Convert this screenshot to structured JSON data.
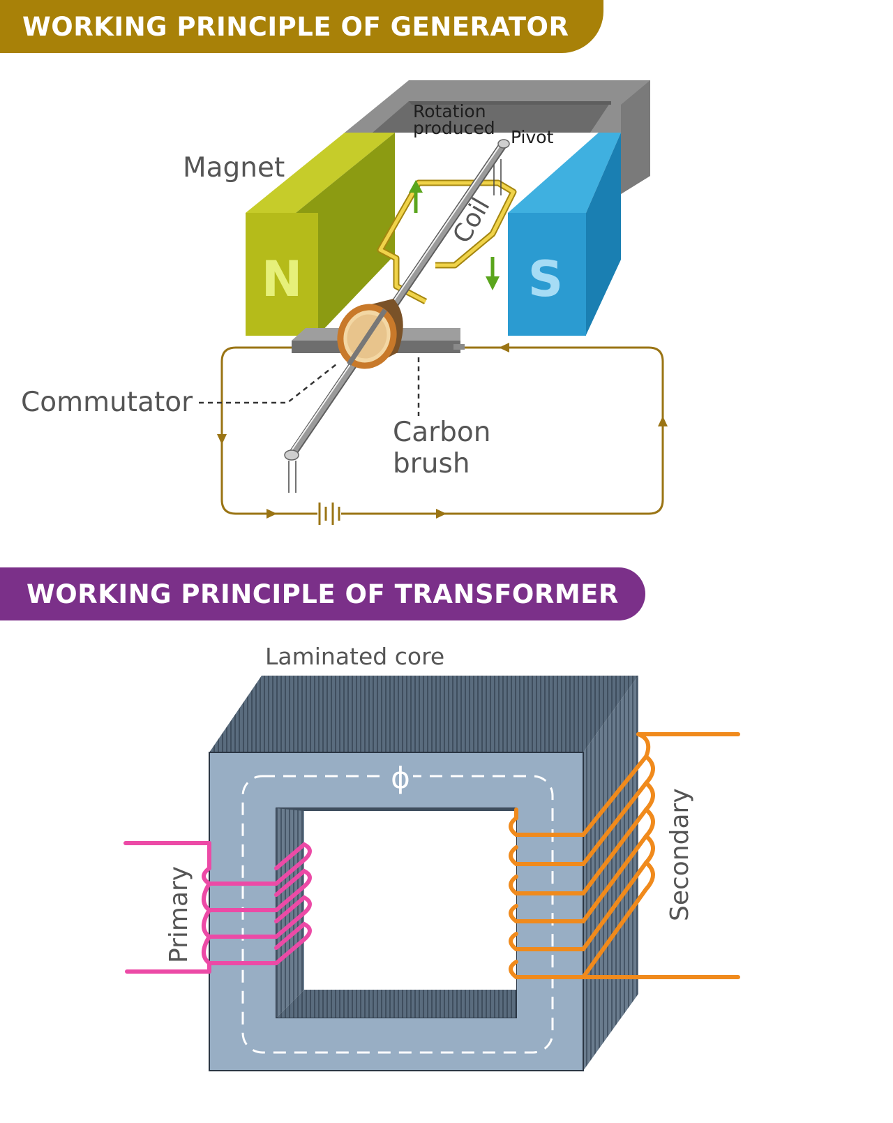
{
  "generator": {
    "title": "WORKING PRINCIPLE OF GENERATOR",
    "labels": {
      "magnet": "Magnet",
      "rotation_line1": "Rotation",
      "rotation_line2": "produced",
      "pivot": "Pivot",
      "coil": "Coil",
      "north": "N",
      "south": "S",
      "commutator": "Commutator",
      "carbon_line1": "Carbon",
      "carbon_line2": "brush"
    },
    "colors": {
      "banner": "#a88108",
      "north_magnet": "#b5bb1a",
      "south_magnet": "#2b9bd1",
      "yoke": "#8f8f8f",
      "coil": "#e8c33a",
      "circuit": "#9a7414",
      "arrow": "#5aa51d"
    }
  },
  "transformer": {
    "title": "WORKING PRINCIPLE OF TRANSFORMER",
    "labels": {
      "core": "Laminated core",
      "flux": "ϕ",
      "primary": "Primary",
      "secondary": "Secondary"
    },
    "colors": {
      "banner": "#7b3089",
      "core": "#98aec4",
      "primary": "#ec4aa6",
      "secondary": "#f08a1c"
    }
  }
}
